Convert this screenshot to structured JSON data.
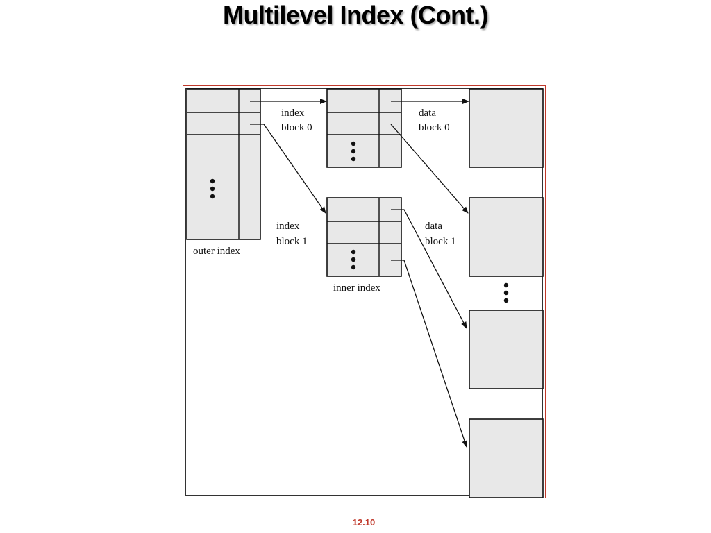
{
  "slide": {
    "title": "Multilevel Index (Cont.)",
    "number": "12.10"
  },
  "diagram": {
    "outer_index_label": "outer index",
    "inner_index_label": "inner index",
    "index_block_0": [
      "index",
      "block 0"
    ],
    "index_block_1": [
      "index",
      "block 1"
    ],
    "data_block_0": [
      "data",
      "block 0"
    ],
    "data_block_1": [
      "data",
      "block 1"
    ]
  },
  "colors": {
    "frame": "#c0392b",
    "block_fill": "#e8e8e8",
    "slide_number": "#c0392b"
  }
}
